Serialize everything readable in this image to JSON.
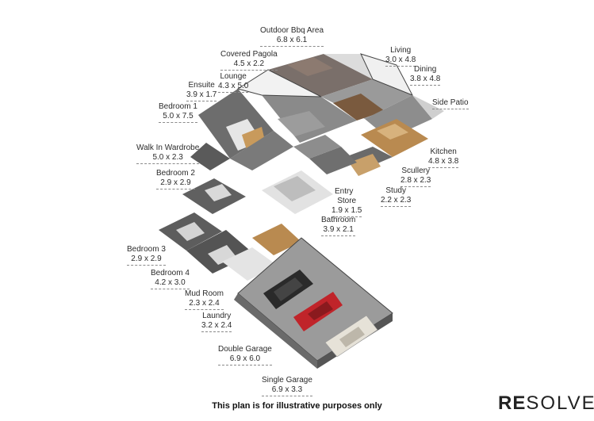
{
  "rooms": [
    {
      "name": "Outdoor Bbq Area",
      "size": "6.8 x 6.1"
    },
    {
      "name": "Covered Pagola",
      "size": "4.5 x 2.2"
    },
    {
      "name": "Lounge",
      "size": "4.3 x 5.0"
    },
    {
      "name": "Ensuite",
      "size": "3.9 x 1.7"
    },
    {
      "name": "Bedroom 1",
      "size": "5.0 x 7.5"
    },
    {
      "name": "Walk In Wardrobe",
      "size": "5.0 x 2.3"
    },
    {
      "name": "Bedroom 2",
      "size": "2.9 x 2.9"
    },
    {
      "name": "Bedroom 3",
      "size": "2.9 x 2.9"
    },
    {
      "name": "Bedroom 4",
      "size": "4.2 x 3.0"
    },
    {
      "name": "Mud Room",
      "size": "2.3 x 2.4"
    },
    {
      "name": "Laundry",
      "size": "3.2 x 2.4"
    },
    {
      "name": "Double Garage",
      "size": "6.9 x 6.0"
    },
    {
      "name": "Single Garage",
      "size": "6.9 x 3.3"
    },
    {
      "name": "Living",
      "size": "3.0 x 4.8"
    },
    {
      "name": "Dining",
      "size": "3.8 x 4.8"
    },
    {
      "name": "Side Patio",
      "size": ""
    },
    {
      "name": "Kitchen",
      "size": "4.8 x 3.8"
    },
    {
      "name": "Scullery",
      "size": "2.8 x 2.3"
    },
    {
      "name": "Study",
      "size": "2.2 x 2.3"
    },
    {
      "name": "Entry",
      "size": ""
    },
    {
      "name": "Store",
      "size": "1.9 x 1.5"
    },
    {
      "name": "Bathroom",
      "size": "3.9 x 2.1"
    }
  ],
  "footer": "This plan is for illustrative purposes only",
  "logo": {
    "part1": "RE",
    "part2": "SOLVE"
  },
  "colors": {
    "wall": "#ffffff",
    "floor": "#6e6e6e",
    "floor_dark": "#505050",
    "wood": "#c89a5c",
    "car_red": "#c0242a",
    "car_white": "#e6e2d8",
    "car_black": "#2a2a2a"
  }
}
